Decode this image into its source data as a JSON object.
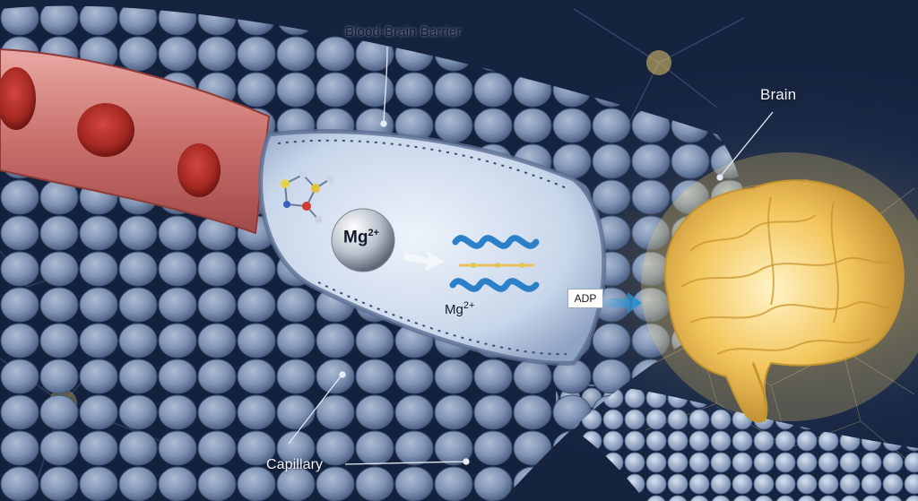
{
  "labels": {
    "barrier": "Blood-Brain Barrier",
    "brain": "Brain",
    "capillary": "Capillary",
    "adp": "ADP",
    "ion_symbol": "Mg",
    "ion_charge": "2+",
    "protein_ion_symbol": "Mg",
    "protein_ion_charge": "2+"
  },
  "colors": {
    "background": "#14233f",
    "cell": "#8fa6c8",
    "vessel_wall": "#d98f8c",
    "red_blood_cell": "#b5322c",
    "brain_glow": "#ffd86b",
    "arrow": "#3fa9e0"
  }
}
